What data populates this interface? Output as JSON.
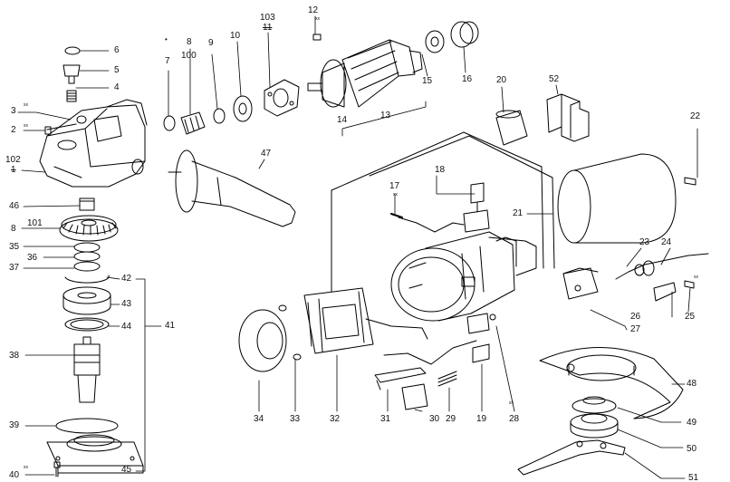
{
  "parts": {
    "p1": "1",
    "p2": "2",
    "p3": "3",
    "p4": "4",
    "p5": "5",
    "p6": "6",
    "p7": "7",
    "p8a": "8",
    "p8b": "8",
    "p9": "9",
    "p10": "10",
    "p11": "11",
    "p12": "12",
    "p13": "13",
    "p14": "14",
    "p15": "15",
    "p16": "16",
    "p17": "17",
    "p18": "18",
    "p20": "20",
    "p21": "21",
    "p22": "22",
    "p23": "23",
    "p24": "24",
    "p25": "25",
    "p26": "26",
    "p27": "27",
    "p28": "28",
    "p29": "29",
    "p30": "30",
    "p31": "31",
    "p32": "32",
    "p33": "33",
    "p34": "34",
    "p35": "35",
    "p36": "36",
    "p37": "37",
    "p38": "38",
    "p39": "39",
    "p40": "40",
    "p41": "41",
    "p42": "42",
    "p43": "43",
    "p44": "44",
    "p45": "45",
    "p46": "46",
    "p47": "47",
    "p48": "48",
    "p49": "49",
    "p50": "50",
    "p51": "51",
    "p52": "52",
    "p100": "100",
    "p101": "101",
    "p102": "102",
    "p103": "103"
  },
  "marks": {
    "x_mark": "xx",
    "dot": "•"
  }
}
